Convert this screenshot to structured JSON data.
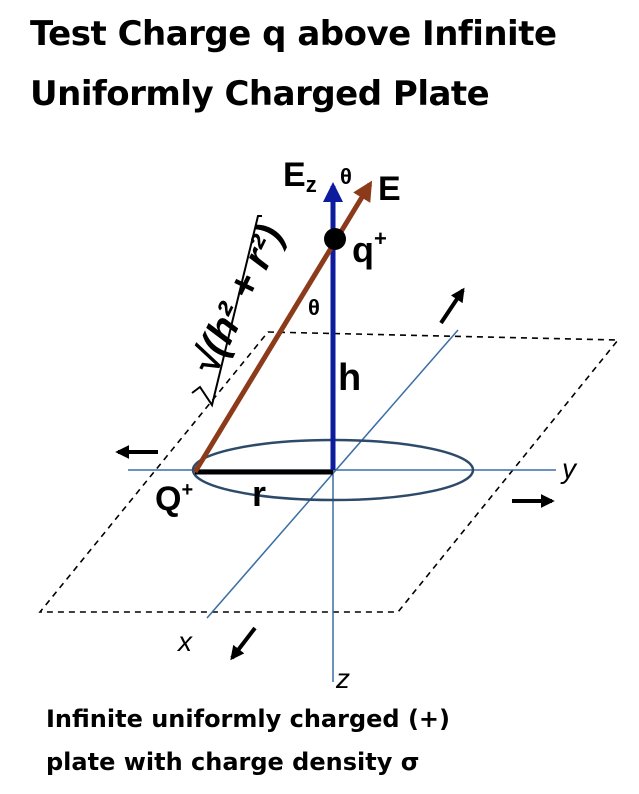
{
  "title": {
    "line1": "Test Charge q above Infinite",
    "line2": "Uniformly Charged Plate"
  },
  "caption": {
    "line1": "Infinite uniformly charged (+)",
    "line2": "plate with charge density σ"
  },
  "labels": {
    "ez_main": "E",
    "ez_sub": "z",
    "theta_top": "θ",
    "e_field": "E",
    "test_charge_main": "q",
    "test_charge_sup": "+",
    "theta_mid": "θ",
    "height": "h",
    "source_charge_main": "Q",
    "source_charge_sup": "+",
    "radius": "r",
    "distance_formula": "√(h² + r²)",
    "axis_x": "x",
    "axis_y": "y",
    "axis_z": "z"
  },
  "colors": {
    "ez_arrow": "#0d1b9e",
    "e_arrow": "#8b3a1a",
    "axes": "#3a6ea5",
    "ring": "#2e4a6b",
    "plate_border": "#000000",
    "text": "#000000"
  }
}
